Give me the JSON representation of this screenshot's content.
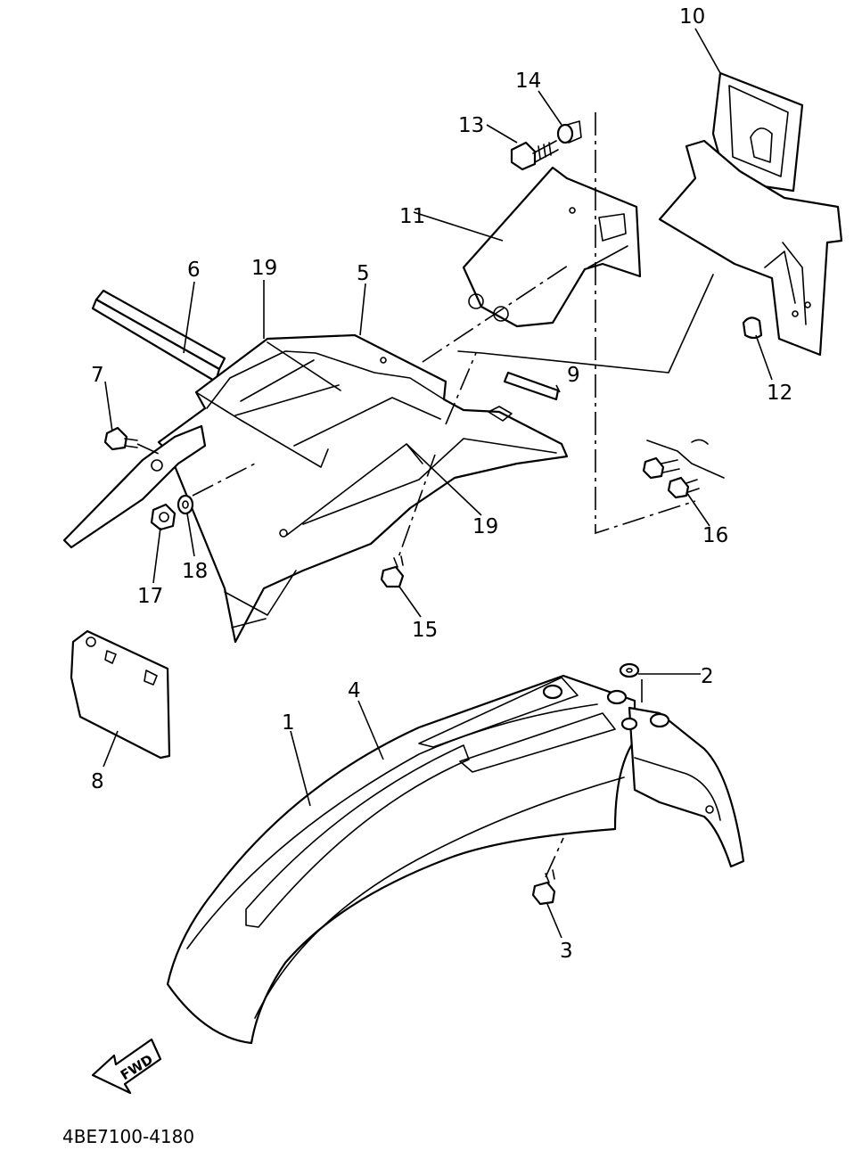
{
  "diagram_code": "4BE7100-4180",
  "fwd_arrow": {
    "label": "FWD",
    "icon": "forward-arrow-icon"
  },
  "callouts": {
    "c1": "1",
    "c2": "2",
    "c3": "3",
    "c4": "4",
    "c5": "5",
    "c6": "6",
    "c7": "7",
    "c8": "8",
    "c9": "9",
    "c10": "10",
    "c11": "11",
    "c12": "12",
    "c13": "13",
    "c14": "14",
    "c15": "15",
    "c16": "16",
    "c17": "17",
    "c18": "18",
    "c19a": "19",
    "c19b": "19"
  }
}
